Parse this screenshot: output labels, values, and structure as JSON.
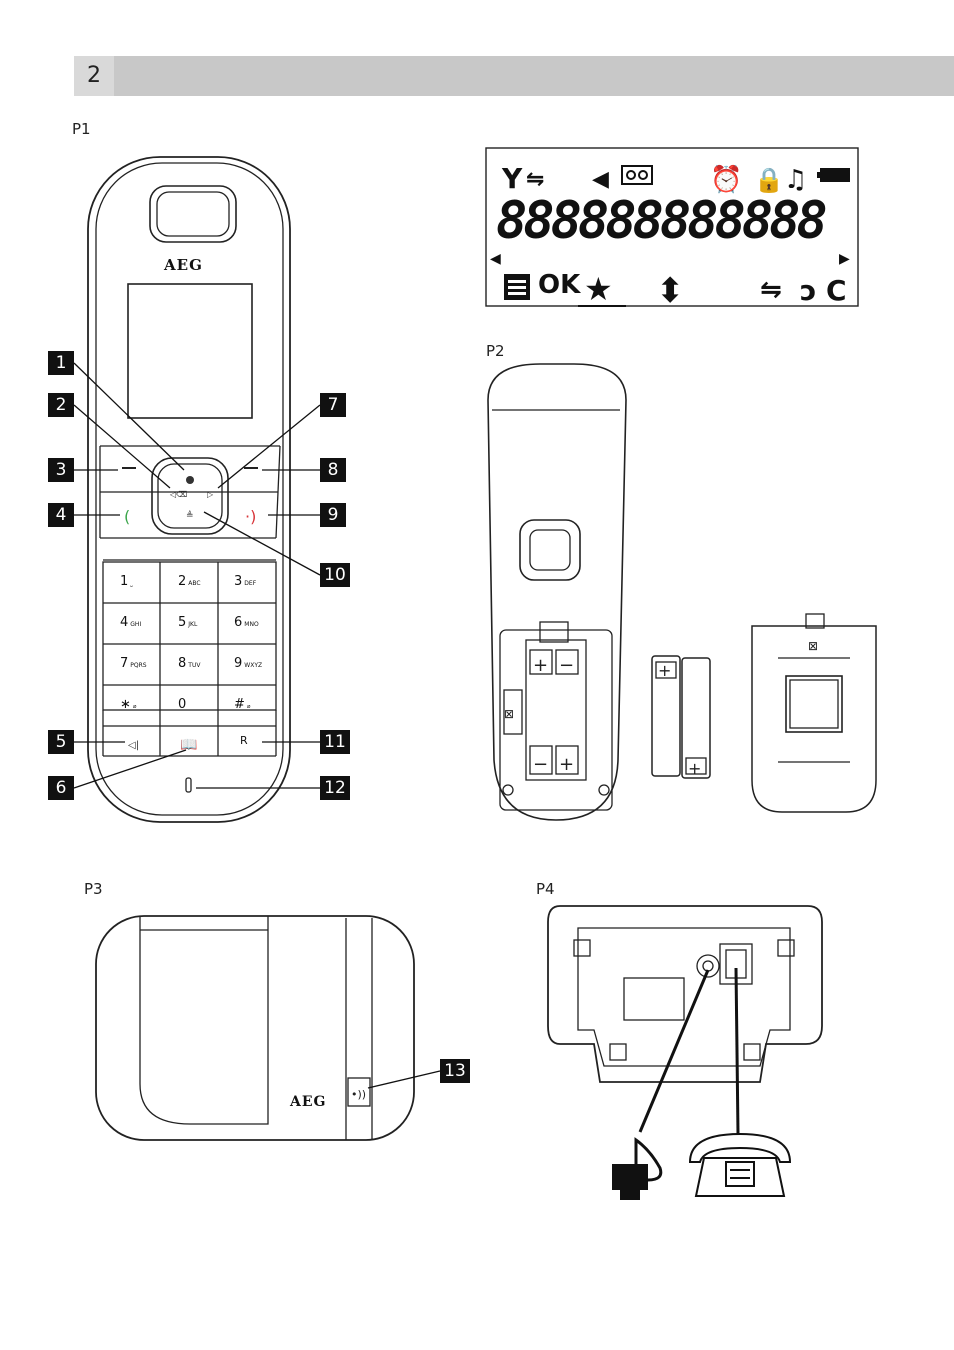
{
  "header": {
    "page_number": "2"
  },
  "sections": {
    "p1": "P1",
    "p2": "P2",
    "p3": "P3",
    "p4": "P4"
  },
  "handset": {
    "brand": "AEG",
    "keys": [
      {
        "digit": "1",
        "letters": "⎵"
      },
      {
        "digit": "2",
        "letters": "ABC"
      },
      {
        "digit": "3",
        "letters": "DEF"
      },
      {
        "digit": "4",
        "letters": "GHI"
      },
      {
        "digit": "5",
        "letters": "JKL"
      },
      {
        "digit": "6",
        "letters": "MNO"
      },
      {
        "digit": "7",
        "letters": "PQRS"
      },
      {
        "digit": "8",
        "letters": "TUV"
      },
      {
        "digit": "9",
        "letters": "WXYZ"
      },
      {
        "digit": "∗",
        "letters": "⌀"
      },
      {
        "digit": "0",
        "letters": ""
      },
      {
        "digit": "#",
        "letters": "⌀"
      }
    ],
    "r_key": "R"
  },
  "callouts": [
    "1",
    "2",
    "3",
    "4",
    "5",
    "6",
    "7",
    "8",
    "9",
    "10",
    "11",
    "12",
    "13"
  ],
  "lcd": {
    "digits": "888888888888",
    "ok": "OK"
  },
  "base": {
    "brand": "AEG"
  },
  "colors": {
    "call_green": "#3aa54a",
    "end_red": "#d8353a",
    "header_grey": "#c8c8c8"
  },
  "icons": [
    "antenna-icon",
    "intercom-icon",
    "speaker-icon",
    "tape-icon",
    "alarm-icon",
    "lock-icon",
    "ringer-off-icon",
    "battery-icon",
    "menu-icon",
    "star-icon",
    "updown-icon",
    "return-icon",
    "clear-icon",
    "power-adapter-icon",
    "telephone-icon",
    "paging-icon"
  ]
}
